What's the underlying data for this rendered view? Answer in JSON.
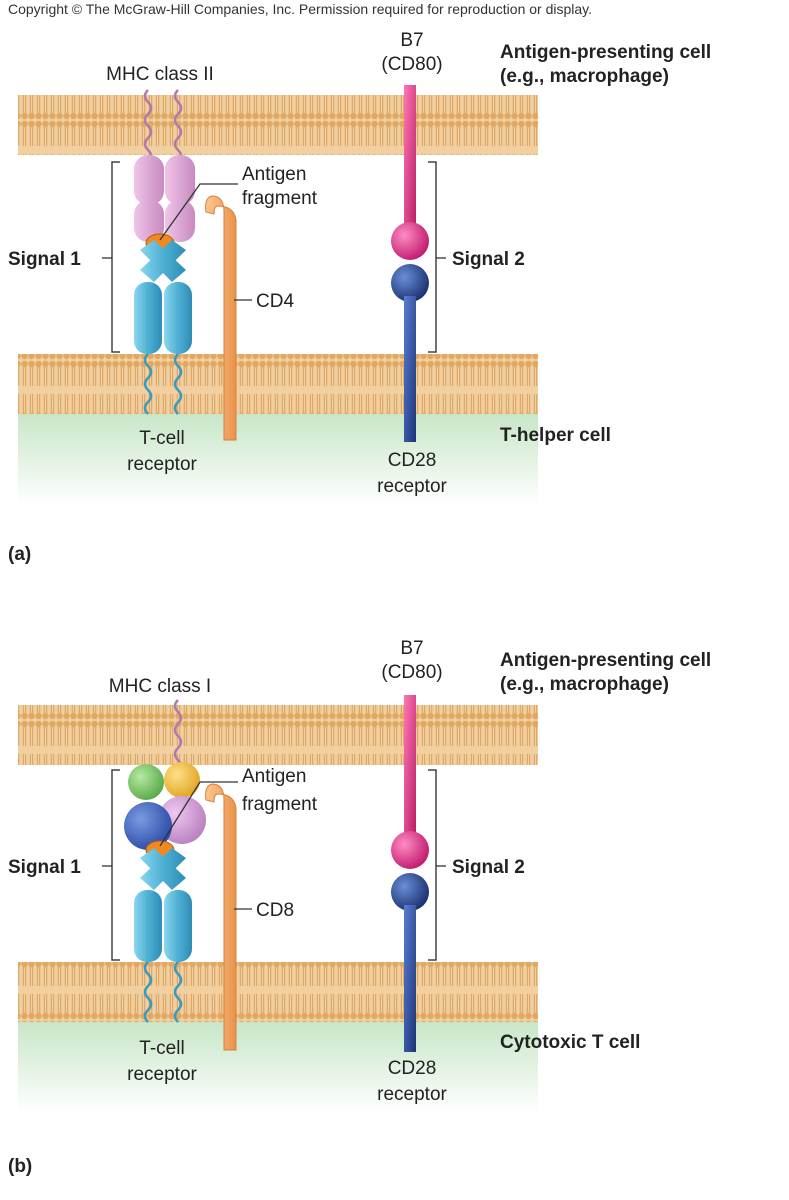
{
  "copyright": "Copyright © The McGraw-Hill Companies, Inc. Permission required for reproduction or display.",
  "panels": [
    {
      "id": "a",
      "tag": "(a)",
      "apc_title_line1": "Antigen-presenting cell",
      "apc_title_line2": "(e.g., macrophage)",
      "mhc_label": "MHC class II",
      "b7_line1": "B7",
      "b7_line2": "(CD80)",
      "antigen_line1": "Antigen",
      "antigen_line2": "fragment",
      "signal1": "Signal 1",
      "signal2": "Signal 2",
      "coreceptor": "CD4",
      "tcr_line1": "T-cell",
      "tcr_line2": "receptor",
      "cd28_line1": "CD28",
      "cd28_line2": "receptor",
      "cell_type": "T-helper cell"
    },
    {
      "id": "b",
      "tag": "(b)",
      "apc_title_line1": "Antigen-presenting cell",
      "apc_title_line2": "(e.g., macrophage)",
      "mhc_label": "MHC class I",
      "b7_line1": "B7",
      "b7_line2": "(CD80)",
      "antigen_line1": "Antigen",
      "antigen_line2": "fragment",
      "signal1": "Signal 1",
      "signal2": "Signal 2",
      "coreceptor": "CD8",
      "tcr_line1": "T-cell",
      "tcr_line2": "receptor",
      "cd28_line1": "CD28",
      "cd28_line2": "receptor",
      "cell_type": "Cytotoxic T cell"
    }
  ],
  "colors": {
    "membrane": "#e8b878",
    "membrane_dark": "#c98f4a",
    "cytoplasm": "#cfe8cf",
    "tcr": "#5ab8d8",
    "mhc_ii": "#dca0d0",
    "cd4_cd8": "#f0a868",
    "b7": "#d82a7a",
    "cd28": "#2a4a9a",
    "antigen": "#f08a20",
    "mhc_i_green": "#7ac86a",
    "mhc_i_yellow": "#f2c040",
    "mhc_i_blue": "#3a5ab8",
    "mhc_i_pink": "#d8a0d8"
  }
}
